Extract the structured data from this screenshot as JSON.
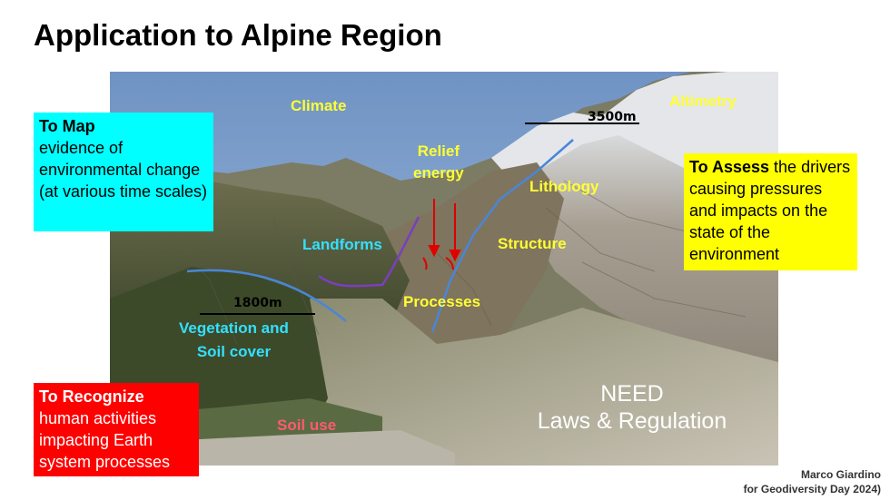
{
  "title": "Application to Alpine Region",
  "labels": {
    "climate": "Climate",
    "altimetry": "Altimetry",
    "relief_energy_1": "Relief",
    "relief_energy_2": "energy",
    "lithology": "Lithology",
    "landforms": "Landforms",
    "structure": "Structure",
    "processes": "Processes",
    "vegetation_1": "Vegetation and",
    "vegetation_2": "Soil cover",
    "soil_use": "Soil use",
    "need_1": "NEED",
    "need_2": "Laws & Regulation",
    "elev_high": "3500m",
    "elev_low": "1800m"
  },
  "boxes": {
    "map": {
      "head": "To Map",
      "body": "evidence of environmental change (at various time scales)",
      "color": "#00ffff"
    },
    "assess": {
      "head": "To Assess",
      "body": " the drivers causing pressures and impacts on the state of the environment",
      "color": "#ffff00"
    },
    "recognize": {
      "head": "To Recognize",
      "body": "human activities impacting Earth system processes",
      "color": "#ff0000"
    }
  },
  "credit": {
    "line1": "Marco Giardino",
    "line2": "for Geodiversity Day 2024)"
  },
  "colors": {
    "label_yellow": "#ffff33",
    "label_cyan": "#33e0ff",
    "label_pink": "#ff5a6e",
    "arrow_red": "#e00000",
    "line_blue": "#4a86d8",
    "line_purple": "#7a3fc0"
  }
}
